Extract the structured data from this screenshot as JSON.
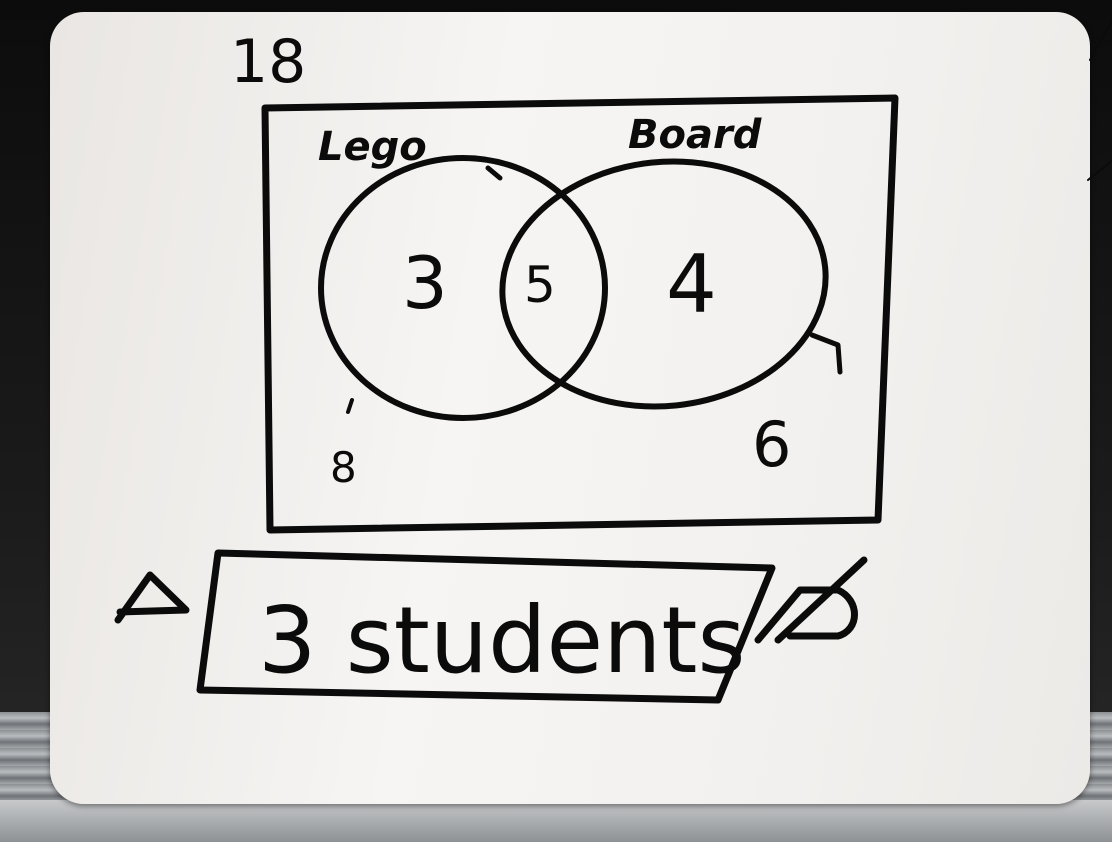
{
  "whiteboard": {
    "total": "18",
    "set_a_label": "Lego",
    "set_b_label": "Board",
    "only_a": "3",
    "both": "5",
    "only_b": "4",
    "neither_left": "8",
    "neither_right": "6",
    "answer": "3 students"
  }
}
